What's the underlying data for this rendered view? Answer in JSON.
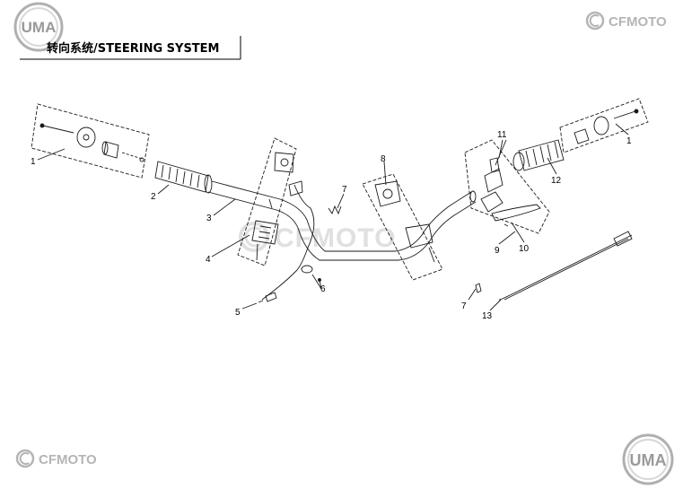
{
  "page": {
    "title": "转向系统/STEERING SYSTEM",
    "brand_top_left": "UMA",
    "brand_top_right": "CFMOTO",
    "brand_bottom_left": "CFMOTO",
    "brand_bottom_right": "UMA",
    "watermark": "CFMOTO"
  },
  "callouts": [
    "1",
    "2",
    "3",
    "4",
    "5",
    "6",
    "7",
    "8",
    "9",
    "10",
    "11",
    "12",
    "13",
    "1"
  ],
  "colors": {
    "line": "#1a1a1a",
    "watermark": "#c8c8c8",
    "logo_gray": "#9a9a9a"
  }
}
